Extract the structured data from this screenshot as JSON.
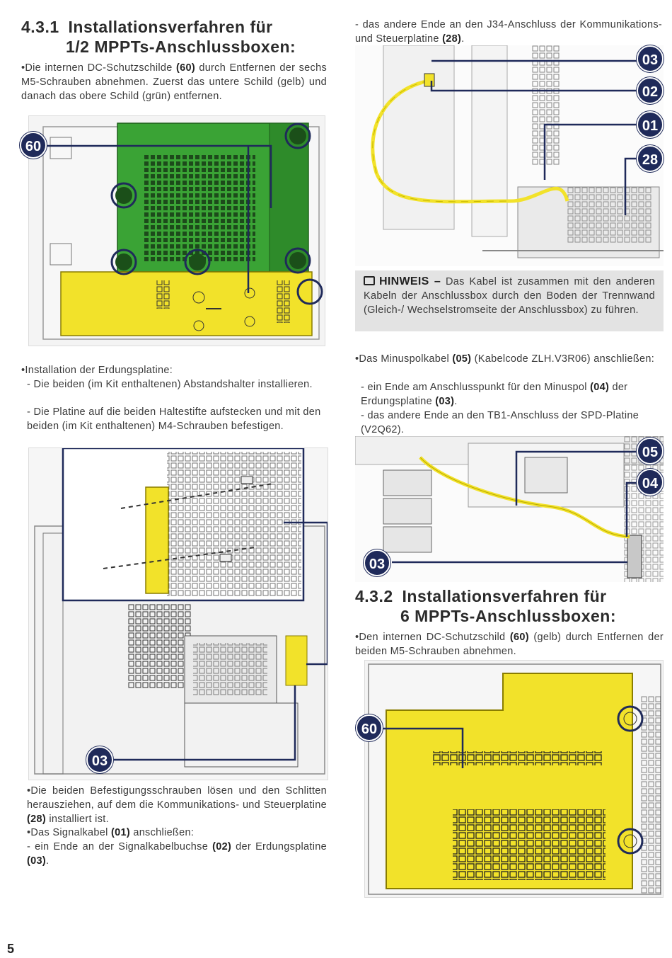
{
  "page_number": "5",
  "section_431": {
    "number": "4.3.1",
    "title_line1": "Installationsverfahren für",
    "title_line2": "1/2 MPPTs-Anschlussboxen:",
    "step1_bullet": "•",
    "step1_pre": "Die internen DC-Schutzschilde ",
    "step1_ref": "(60)",
    "step1_post": " durch Entfernen der sechs M5-Schrauben abnehmen. Zuerst das untere Schild (gelb) und danach das obere Schild (grün) entfernen.",
    "fig1_badge": "60",
    "step2_title": "•Installation der Erdungsplatine:",
    "step2_line1": "- Die beiden (im Kit enthaltenen) Abstandshalter installieren.",
    "step2_line2": "- Die Platine auf die beiden Haltestifte aufstecken und mit den beiden (im Kit enthaltenen) M4-Schrauben befestigen.",
    "fig2_badge": "03",
    "step3_pre": "•Die beiden Befestigungsschrauben lösen und den Schlitten herausziehen, auf dem die Kommunikations- und Steuerplatine ",
    "step3_ref": "(28)",
    "step3_post": " installiert ist.",
    "step4_pre": "•Das Signalkabel ",
    "step4_ref": "(01)",
    "step4_post": " anschließen:",
    "step4_line1_pre": "- ein Ende an der Signalkabelbuchse ",
    "step4_line1_ref": "(02)",
    "step4_line1_mid": " der Erdungsplatine ",
    "step4_line1_ref2": "(03)",
    "step4_line1_post": "."
  },
  "right_col": {
    "step4_line2_pre": "- das andere Ende an den J34-Anschluss der Kommunikations- und Steuerplatine ",
    "step4_line2_ref": "(28)",
    "step4_line2_post": ".",
    "fig3_badges": [
      "03",
      "02",
      "01",
      "28"
    ],
    "note_title": "HINWEIS –",
    "note_text": " Das Kabel ist zusammen mit den anderen Kabeln der Anschlussbox durch den Boden der Trennwand (Gleich-/ Wechselstromseite der Anschlussbox) zu führen.",
    "step5_pre": "•Das Minuspolkabel ",
    "step5_ref": "(05)",
    "step5_post": " (Kabelcode ZLH.V3R06) anschließen:",
    "step5_line1_pre": "- ein Ende am Anschlusspunkt für den Minuspol ",
    "step5_line1_ref": "(04)",
    "step5_line1_mid": " der Erdungsplatine ",
    "step5_line1_ref2": "(03)",
    "step5_line1_post": ".",
    "step5_line2": "- das andere Ende an den TB1-Anschluss der SPD-Platine (V2Q62).",
    "fig4_badges": [
      "05",
      "04",
      "03"
    ]
  },
  "section_432": {
    "number": "4.3.2",
    "title_line1": "Installationsverfahren für",
    "title_line2": "6 MPPTs-Anschlussboxen:",
    "step1_pre": "•Den internen DC-Schutzschild ",
    "step1_ref": "(60)",
    "step1_post": " (gelb) durch Entfernen der beiden M5-Schrauben abnehmen.",
    "fig5_badge": "60"
  },
  "colors": {
    "badge": "#1f2a5a",
    "green_shield": "#3aa335",
    "yellow_shield": "#f2e22a",
    "note_bg": "#e3e3e3",
    "callout_line": "#1f2a5a"
  }
}
